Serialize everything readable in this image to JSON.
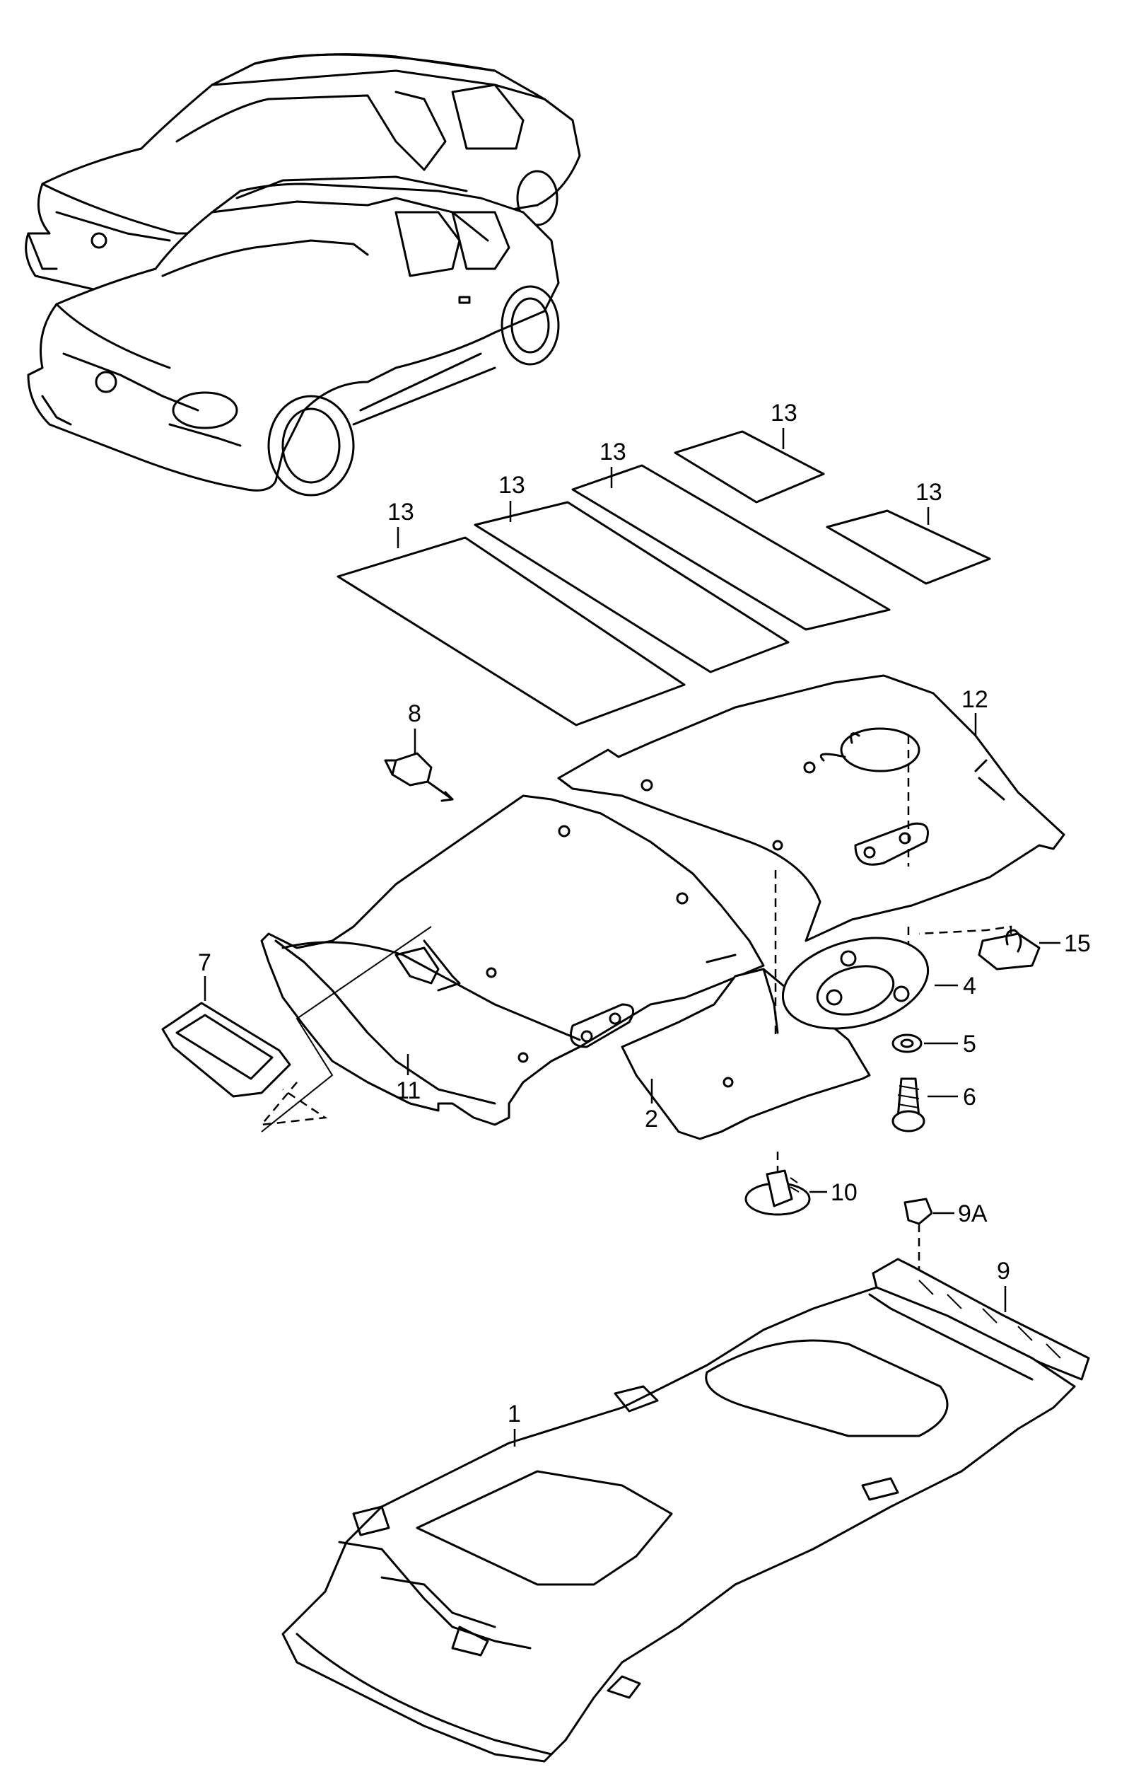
{
  "callouts": {
    "c1": "1",
    "c2": "2",
    "c4": "4",
    "c5": "5",
    "c6": "6",
    "c7": "7",
    "c8": "8",
    "c9": "9",
    "c9a": "9A",
    "c10": "10",
    "c11": "11",
    "c12": "12",
    "c13a": "13",
    "c13b": "13",
    "c13c": "13",
    "c13d": "13",
    "c13e": "13",
    "c15": "15"
  }
}
